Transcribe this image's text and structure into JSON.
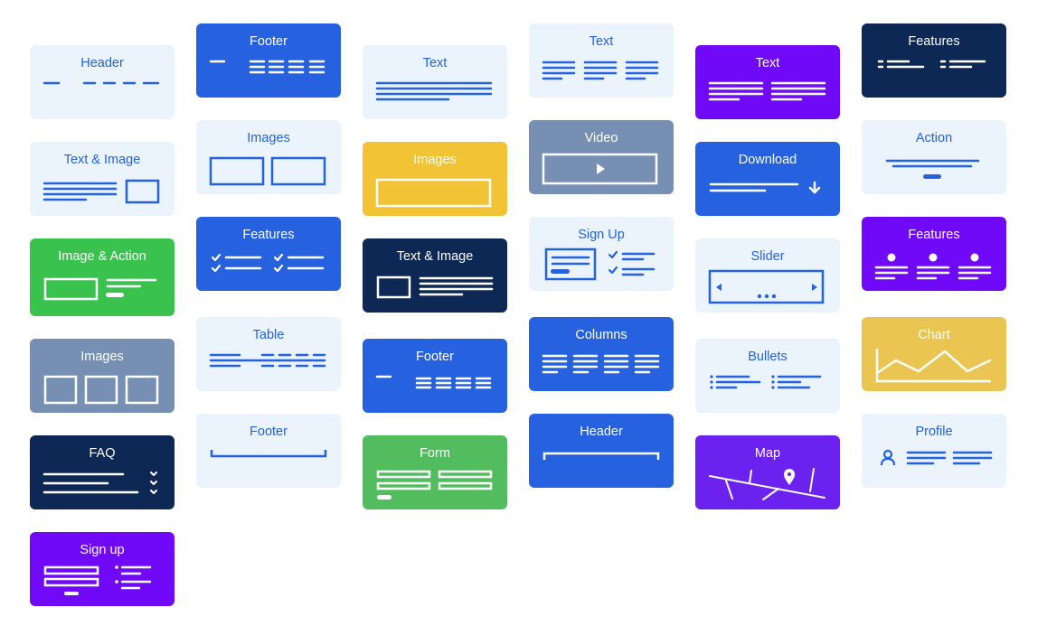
{
  "cards": [
    {
      "label": "Header"
    },
    {
      "label": "Text & Image"
    },
    {
      "label": "Image & Action"
    },
    {
      "label": "Images"
    },
    {
      "label": "FAQ"
    },
    {
      "label": "Sign up"
    },
    {
      "label": "Footer"
    },
    {
      "label": "Images"
    },
    {
      "label": "Features"
    },
    {
      "label": "Table"
    },
    {
      "label": "Footer"
    },
    {
      "label": "Text"
    },
    {
      "label": "Images"
    },
    {
      "label": "Text & Image"
    },
    {
      "label": "Footer"
    },
    {
      "label": "Form"
    },
    {
      "label": "Text"
    },
    {
      "label": "Video"
    },
    {
      "label": "Sign Up"
    },
    {
      "label": "Columns"
    },
    {
      "label": "Header"
    },
    {
      "label": "Text"
    },
    {
      "label": "Download"
    },
    {
      "label": "Slider"
    },
    {
      "label": "Bullets"
    },
    {
      "label": "Map"
    },
    {
      "label": "Features"
    },
    {
      "label": "Action"
    },
    {
      "label": "Features"
    },
    {
      "label": "Chart"
    },
    {
      "label": "Profile"
    }
  ],
  "colors": {
    "light": "#ebf3fc",
    "blue": "#2662df",
    "navy": "#0e2855",
    "purple": "#7009f8",
    "violet": "#6c22ef",
    "green": "#3ac24f",
    "yellow": "#f2c334",
    "slate": "#768fb3",
    "mustard": "#ebc552",
    "accent_text": "#2563de"
  }
}
